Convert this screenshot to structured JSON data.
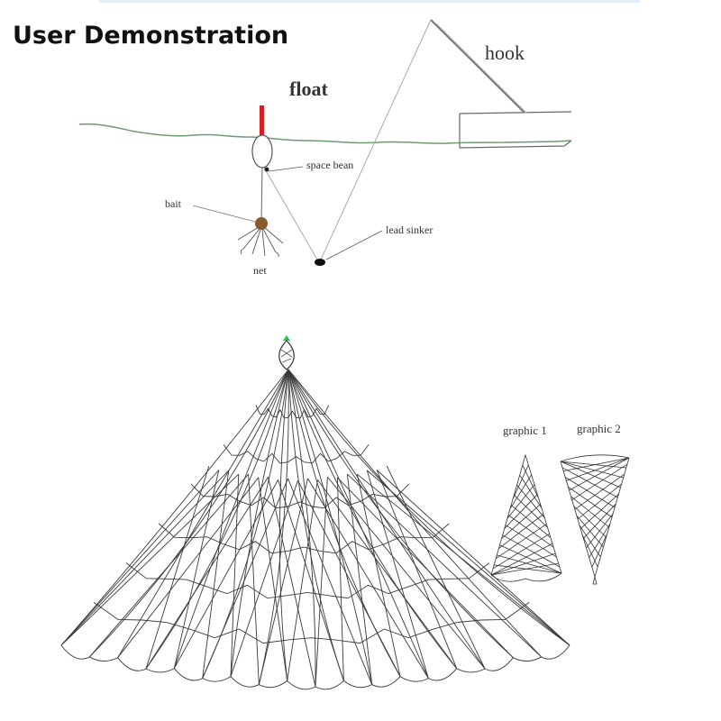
{
  "title": "User Demonstration",
  "labels": {
    "hook": "hook",
    "float": "float",
    "space_bean": "space bean",
    "bait": "bait",
    "lead_sinker": "lead sinker",
    "net": "net",
    "graphic_1": "graphic 1",
    "graphic_2": "graphic 2"
  },
  "colors": {
    "float": "#d42020",
    "water": "#6f9a6f",
    "bait": "#8b5a2b",
    "line": "#9a9a9a",
    "net": "#3a3a3a",
    "float_tip": "#22c940"
  }
}
